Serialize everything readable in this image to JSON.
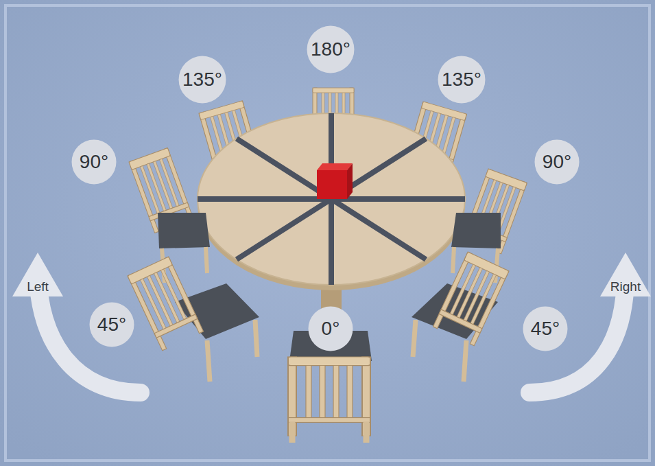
{
  "diagram": {
    "nodes": [
      {
        "text": [
          "180°"
        ]
      },
      {
        "text": [
          "135°"
        ]
      },
      {
        "text": [
          "135°"
        ]
      },
      {
        "text": [
          "90°"
        ]
      },
      {
        "text": [
          "90°"
        ]
      },
      {
        "text": [
          "45°"
        ]
      },
      {
        "text": [
          "0°"
        ]
      },
      {
        "text": [
          "45°"
        ]
      }
    ],
    "labels": [
      "Left",
      "Right"
    ]
  }
}
